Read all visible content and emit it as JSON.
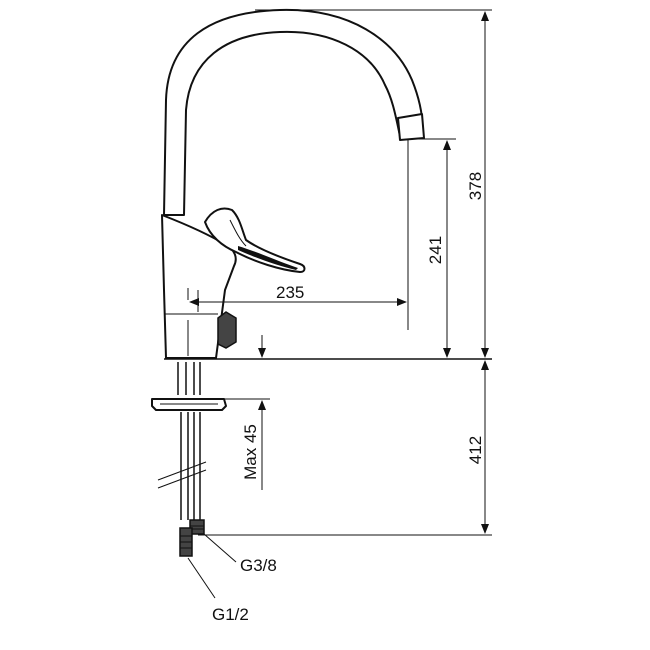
{
  "dimensions": {
    "spout_reach": "235",
    "spout_height": "241",
    "total_height": "378",
    "below_deck": "412",
    "deck_thickness": "Max 45"
  },
  "connections": {
    "hose": "G3/8",
    "supply": "G1/2"
  }
}
